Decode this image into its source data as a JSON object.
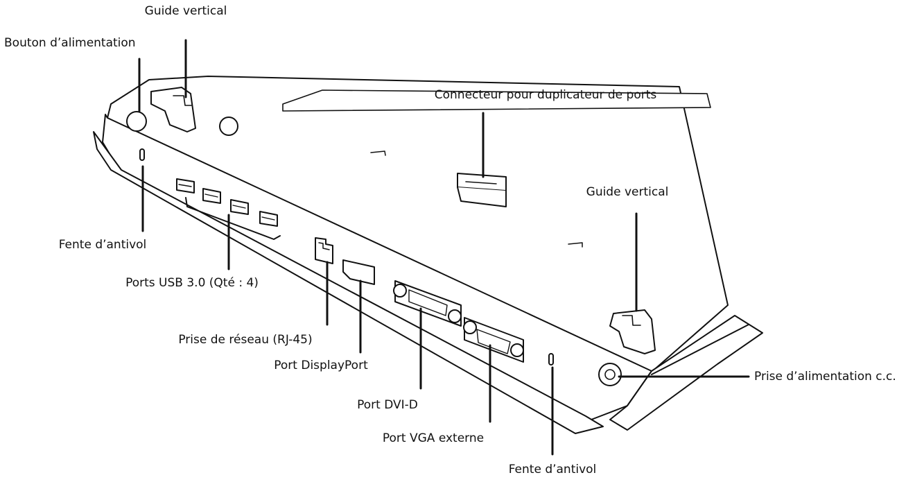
{
  "labels": {
    "guide_vertical_left": "Guide vertical",
    "bouton_alimentation": "Bouton d’alimentation",
    "connecteur_duplicateur": "Connecteur pour duplicateur de ports",
    "guide_vertical_right": "Guide vertical",
    "fente_antivol_left": "Fente d’antivol",
    "ports_usb": "Ports USB 3.0 (Qté : 4)",
    "prise_reseau": "Prise de réseau (RJ-45)",
    "port_displayport": "Port DisplayPort",
    "port_dvi": "Port DVI-D",
    "port_vga": "Port VGA externe",
    "fente_antivol_right": "Fente d’antivol",
    "prise_alimentation_cc": "Prise d’alimentation c.c."
  }
}
